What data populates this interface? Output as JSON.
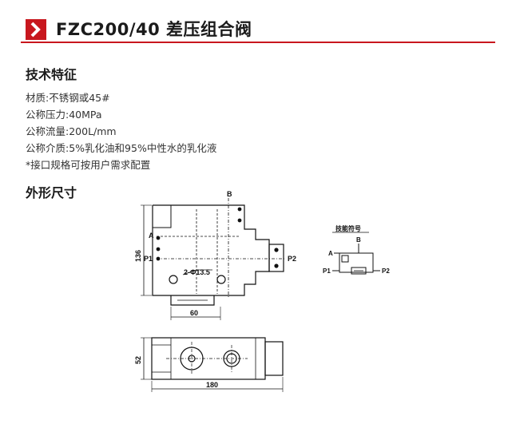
{
  "header": {
    "title": "FZC200/40 差压组合阀"
  },
  "features": {
    "heading": "技术特征",
    "items": [
      "材质:不锈钢或45#",
      "公称压力:40MPa",
      "公称流量:200L/mm",
      "公称介质:5%乳化油和95%中性水的乳化液",
      "*接口规格可按用户需求配置"
    ]
  },
  "dimensions": {
    "heading": "外形尺寸",
    "front_view": {
      "port_a": "A",
      "port_b": "B",
      "port_p1": "P1",
      "port_p2": "P2",
      "height": "136",
      "hole_note": "2-Φ13.5",
      "width": "60"
    },
    "bottom_view": {
      "height": "52",
      "length": "180"
    },
    "symbol": {
      "title": "技能符号",
      "port_a": "A",
      "port_b": "B",
      "port_p1": "P1",
      "port_p2": "P2"
    }
  },
  "colors": {
    "accent": "#c8171e",
    "text": "#1b1b1b"
  }
}
